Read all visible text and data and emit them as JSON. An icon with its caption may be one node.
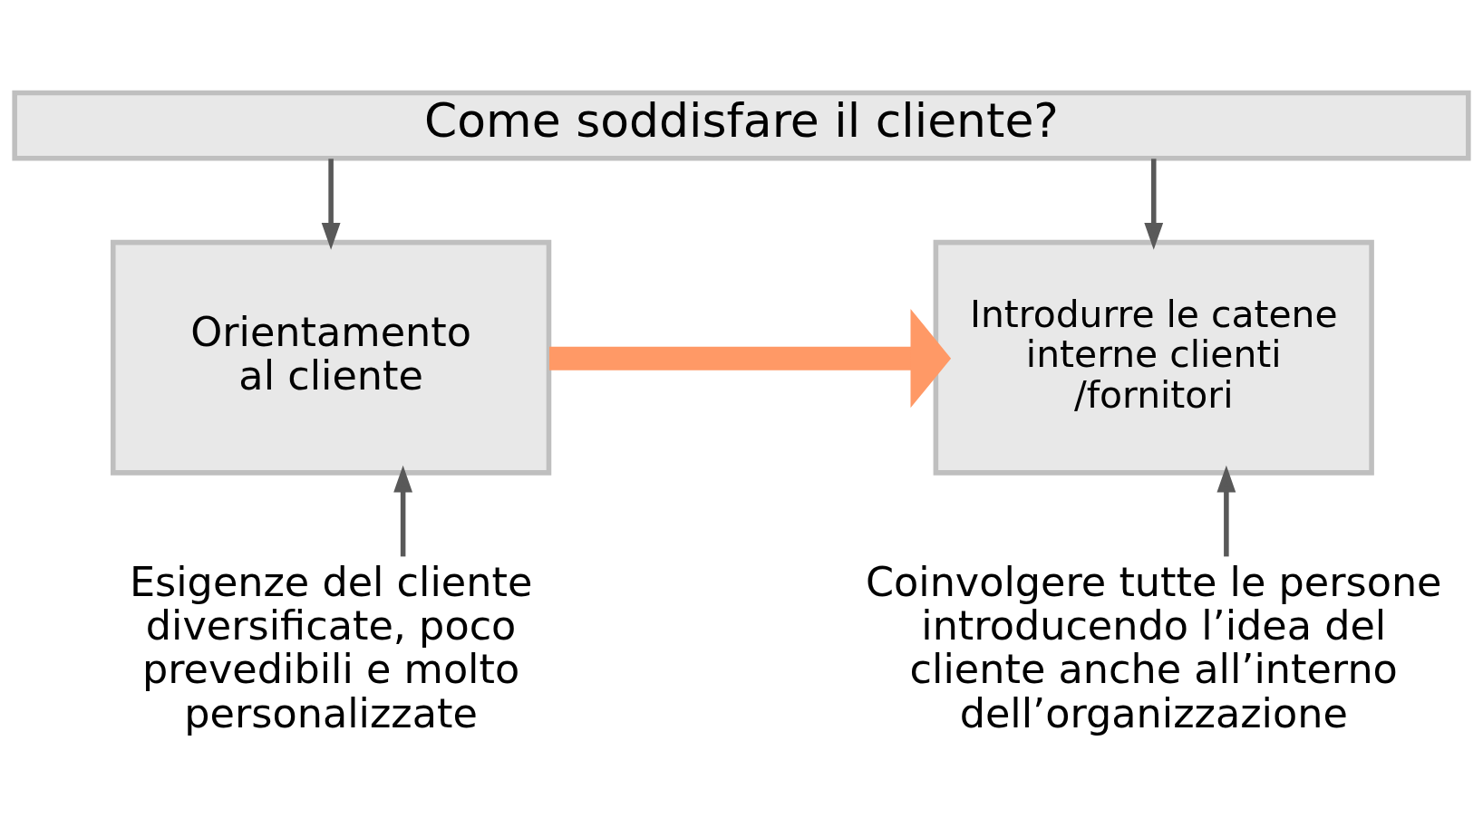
{
  "diagram": {
    "nodes": [
      {
        "text": [
          "Come soddisfare il cliente?"
        ]
      },
      {
        "text": [
          "Orientamento al cliente"
        ]
      },
      {
        "text": [
          "Introdurre le catene interne clienti /fornitori"
        ]
      },
      {
        "text": [
          "Esigenze del cliente diversificate, poco prevedibili e molto personalizzate"
        ]
      },
      {
        "text": [
          "Coinvolgere tutte le persone introducendo l’idea del cliente anche all’interno dell’organizzazione"
        ]
      }
    ],
    "edges": [
      {
        "from": 0,
        "to": 1,
        "arrow": "to"
      },
      {
        "from": 0,
        "to": 2,
        "arrow": "to"
      },
      {
        "from": 1,
        "to": 2,
        "arrow": "to",
        "style": "thick",
        "color": "#ff9966"
      },
      {
        "from": 3,
        "to": 1,
        "arrow": "to"
      },
      {
        "from": 4,
        "to": 2,
        "arrow": "to"
      }
    ]
  }
}
